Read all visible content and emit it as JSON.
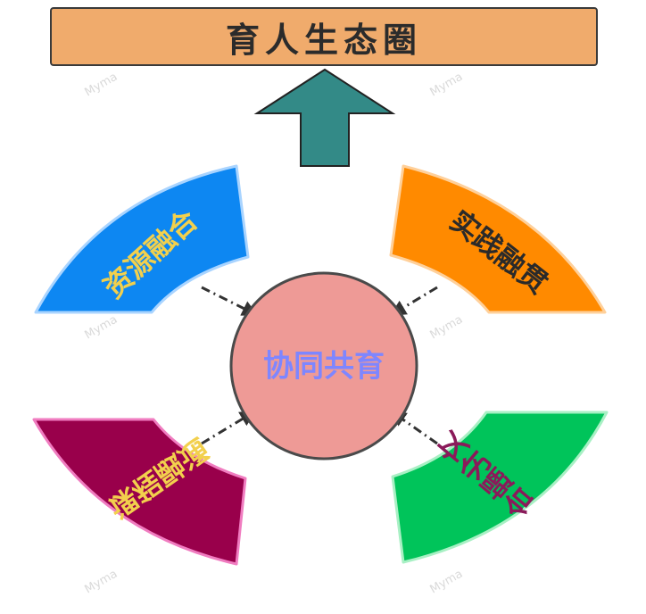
{
  "title": "育人生态圈",
  "center": {
    "label": "协同共育",
    "color": "#ee9a96",
    "text_color": "#7e86ff"
  },
  "petals": [
    {
      "id": "top-left",
      "label": "资源融合",
      "fill": "#0d87f2",
      "text_color": "#f2d04d"
    },
    {
      "id": "top-right",
      "label": "实践融贯",
      "fill": "#ff8a00",
      "text_color": "#2a2a2a"
    },
    {
      "id": "bottom-left",
      "label": "课程融通",
      "fill": "#99004b",
      "text_color": "#f2d04d"
    },
    {
      "id": "bottom-right",
      "label": "文化融合",
      "fill": "#00c45a",
      "text_color": "#8a1a5a"
    }
  ],
  "arrow_color": "#338a87",
  "watermark": "Myma"
}
